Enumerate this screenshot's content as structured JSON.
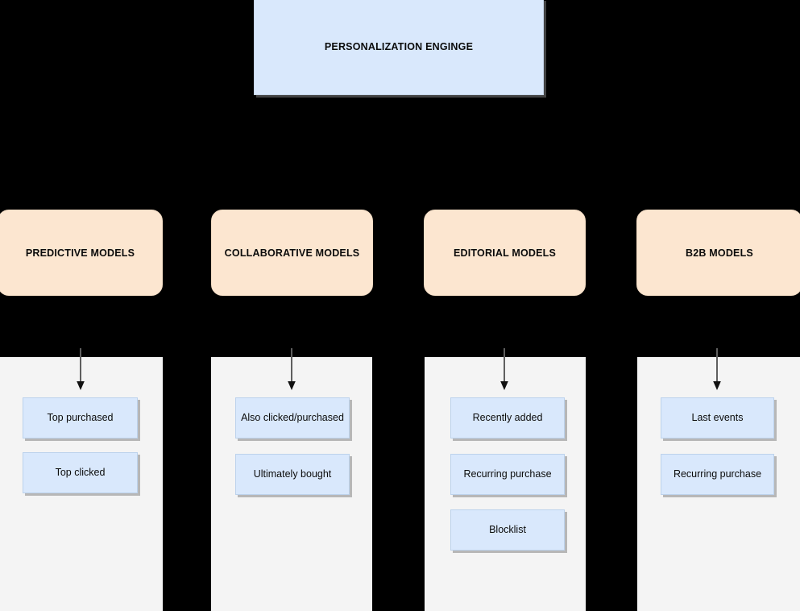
{
  "diagram": {
    "title": "PERSONALIZATION ENGINGE",
    "background_color": "#000000",
    "engine": {
      "label": "PERSONALIZATION ENGINGE",
      "fill_color": "#d9e8fc"
    },
    "models": [
      {
        "label": "PREDICTIVE MODELS",
        "fill_color": "#fce6d0"
      },
      {
        "label": "COLLABORATIVE MODELS",
        "fill_color": "#fce6d0"
      },
      {
        "label": "EDITORIAL MODELS",
        "fill_color": "#fce6d0"
      },
      {
        "label": "B2B MODELS",
        "fill_color": "#fce6d0"
      }
    ],
    "columns": [
      {
        "panel_color": "#f4f4f4",
        "items": [
          {
            "label": "Top purchased"
          },
          {
            "label": "Top clicked"
          }
        ]
      },
      {
        "panel_color": "#f4f4f4",
        "items": [
          {
            "label": "Also clicked/purchased"
          },
          {
            "label": "Ultimately bought"
          }
        ]
      },
      {
        "panel_color": "#f4f4f4",
        "items": [
          {
            "label": "Recently added"
          },
          {
            "label": "Recurring purchase"
          },
          {
            "label": "Blocklist"
          }
        ]
      },
      {
        "panel_color": "#f4f4f4",
        "items": [
          {
            "label": "Last events"
          },
          {
            "label": "Recurring purchase"
          }
        ]
      }
    ]
  }
}
